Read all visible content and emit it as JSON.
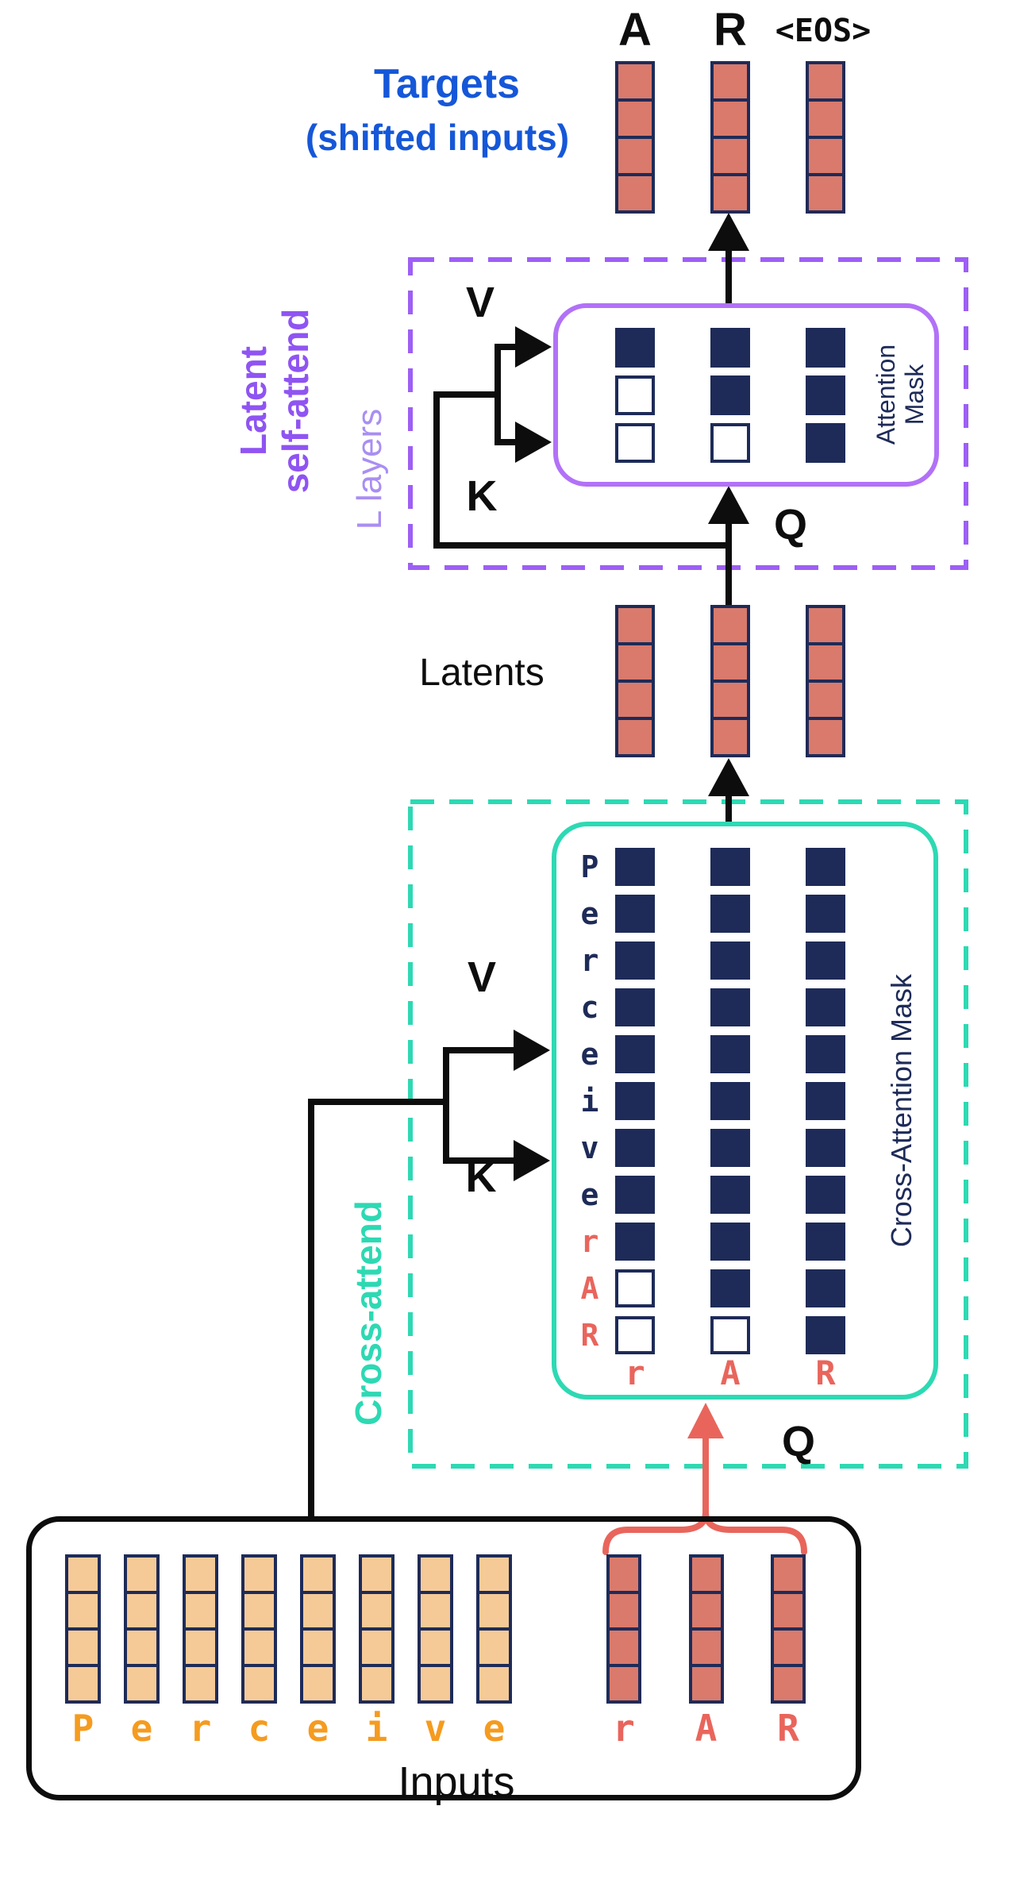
{
  "colors": {
    "navy": "#1e2b58",
    "salmon_fill": "#d97a6c",
    "salmon_accent": "#e9655c",
    "tan_fill": "#f5ca97",
    "orange_text": "#f59b1f",
    "teal": "#2dd9b3",
    "purple_dash": "#9d5ff5",
    "purple_box": "#b271f7",
    "blue": "#1557d8",
    "black": "#0d0d0d"
  },
  "targets": {
    "title": "Targets",
    "subtitle": "(shifted inputs)",
    "column_labels": [
      "A",
      "R",
      "<EOS>"
    ],
    "columns": 3,
    "cells_per_column": 4
  },
  "latent_self_attend": {
    "title_line1": "Latent",
    "title_line2": "self-attend",
    "layers_label": "L layers",
    "v_label": "V",
    "k_label": "K",
    "q_label": "Q",
    "mask_title_line1": "Attention",
    "mask_title_line2": "Mask",
    "mask_rows": [
      [
        1,
        1,
        1
      ],
      [
        0,
        1,
        1
      ],
      [
        0,
        0,
        1
      ]
    ]
  },
  "latents": {
    "label": "Latents",
    "columns": 3,
    "cells_per_column": 4
  },
  "cross_attend": {
    "title": "Cross-attend",
    "v_label": "V",
    "k_label": "K",
    "q_label": "Q",
    "mask_title": "Cross-Attention Mask",
    "mask_rows": [
      {
        "label": "P",
        "label_color": "navy",
        "fills": [
          1,
          1,
          1
        ]
      },
      {
        "label": "e",
        "label_color": "navy",
        "fills": [
          1,
          1,
          1
        ]
      },
      {
        "label": "r",
        "label_color": "navy",
        "fills": [
          1,
          1,
          1
        ]
      },
      {
        "label": "c",
        "label_color": "navy",
        "fills": [
          1,
          1,
          1
        ]
      },
      {
        "label": "e",
        "label_color": "navy",
        "fills": [
          1,
          1,
          1
        ]
      },
      {
        "label": "i",
        "label_color": "navy",
        "fills": [
          1,
          1,
          1
        ]
      },
      {
        "label": "v",
        "label_color": "navy",
        "fills": [
          1,
          1,
          1
        ]
      },
      {
        "label": "e",
        "label_color": "navy",
        "fills": [
          1,
          1,
          1
        ]
      },
      {
        "label": "r",
        "label_color": "salmon",
        "fills": [
          1,
          1,
          1
        ]
      },
      {
        "label": "A",
        "label_color": "salmon",
        "fills": [
          0,
          1,
          1
        ]
      },
      {
        "label": "R",
        "label_color": "salmon",
        "fills": [
          0,
          0,
          1
        ]
      }
    ],
    "query_labels": [
      "r",
      "A",
      "R"
    ]
  },
  "inputs": {
    "label": "Inputs",
    "cells_per_column": 4,
    "tokens": [
      {
        "char": "P",
        "type": "context"
      },
      {
        "char": "e",
        "type": "context"
      },
      {
        "char": "r",
        "type": "context"
      },
      {
        "char": "c",
        "type": "context"
      },
      {
        "char": "e",
        "type": "context"
      },
      {
        "char": "i",
        "type": "context"
      },
      {
        "char": "v",
        "type": "context"
      },
      {
        "char": "e",
        "type": "context"
      },
      {
        "char": "r",
        "type": "query"
      },
      {
        "char": "A",
        "type": "query"
      },
      {
        "char": "R",
        "type": "query"
      }
    ]
  }
}
